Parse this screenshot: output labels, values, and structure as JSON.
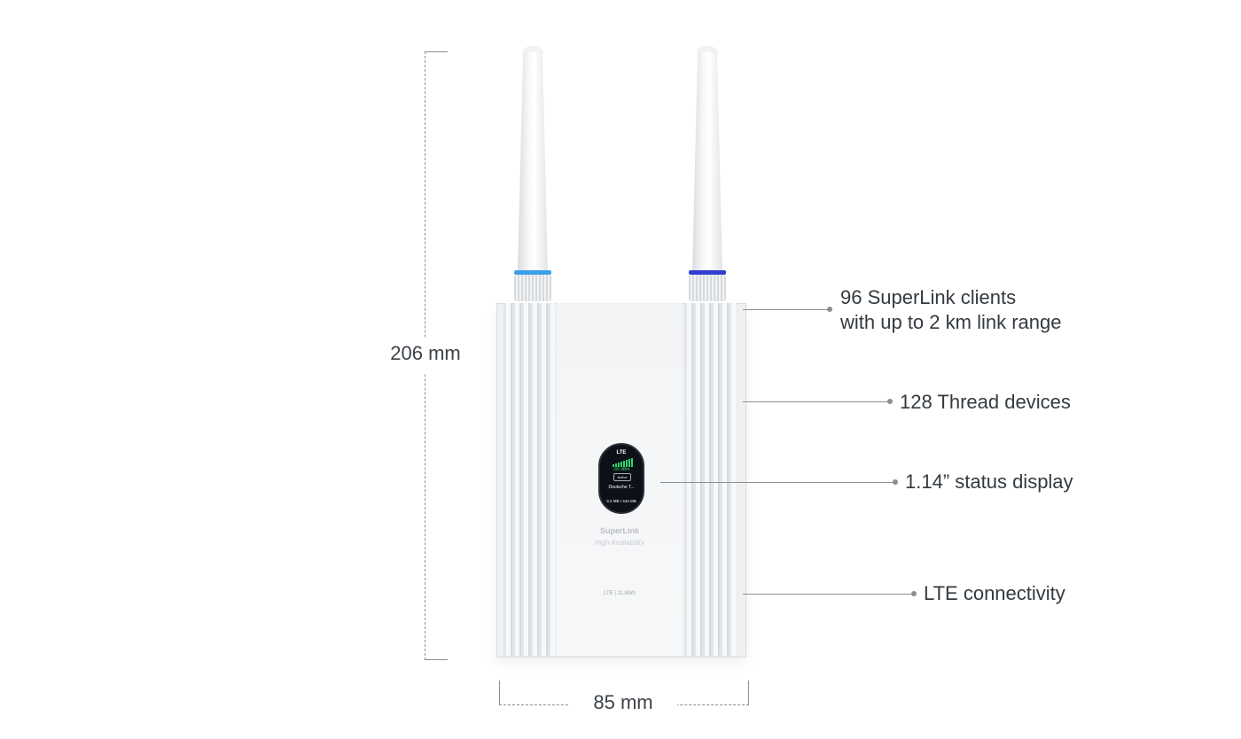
{
  "dimensions": {
    "height_label": "206 mm",
    "width_label": "85 mm"
  },
  "device": {
    "brand": "SuperLink",
    "subtitle": "High Availability",
    "status_display": {
      "network": "LTE",
      "signal": "-65 dBm",
      "state": "Active",
      "carrier": "Deutsche T...",
      "usage": "9.2 MB / 444 MB"
    },
    "bottom_badges": "LTE | 11.8Wh",
    "colors": {
      "left_ring": "#3aa0e8",
      "right_ring": "#2f3fcf"
    }
  },
  "callouts": {
    "superlink_line1": "96 SuperLink clients",
    "superlink_line2": "with up to 2 km link range",
    "thread": "128 Thread devices",
    "display": "1.14” status display",
    "lte": "LTE connectivity"
  }
}
